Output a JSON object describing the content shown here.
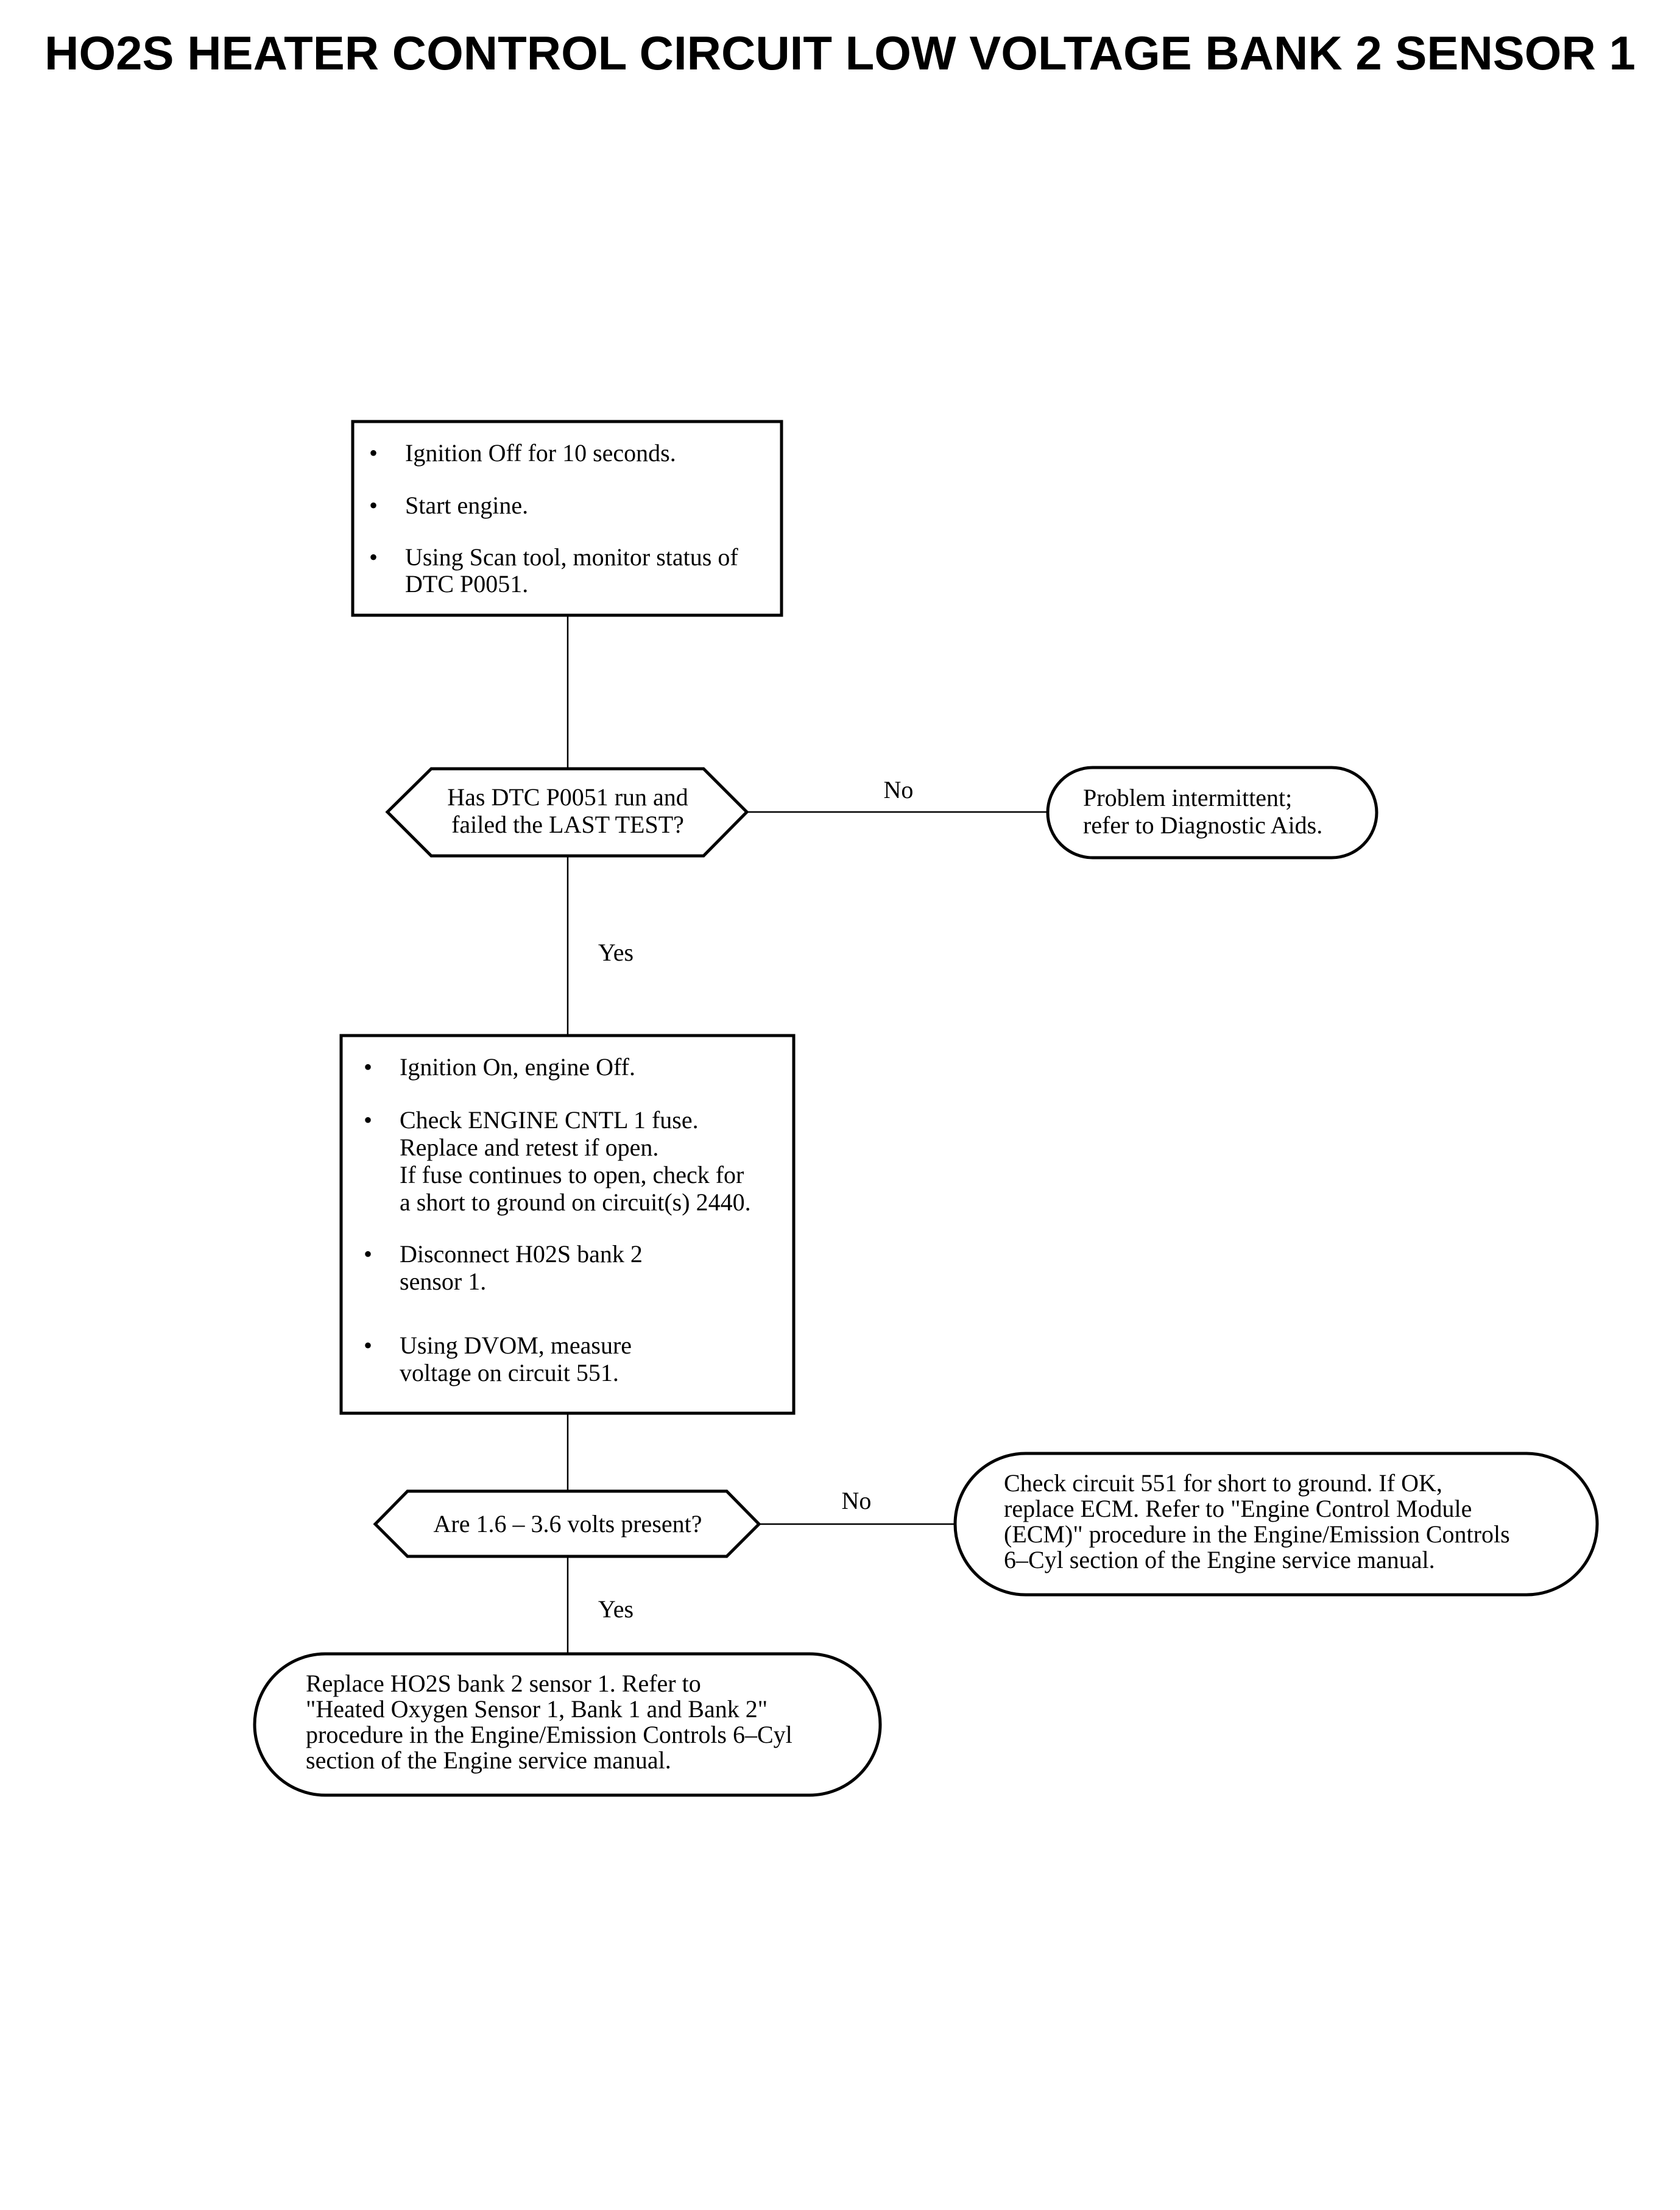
{
  "title": "HO2S HEATER CONTROL CIRCUIT LOW VOLTAGE BANK 2 SENSOR 1",
  "bullet_glyph": "•",
  "box1": {
    "bullets": [
      [
        "Ignition Off for 10 seconds."
      ],
      [
        "Start engine."
      ],
      [
        "Using Scan tool, monitor status of",
        "DTC P0051."
      ]
    ]
  },
  "decision1": {
    "lines": [
      "Has DTC P0051 run and",
      "failed the LAST TEST?"
    ],
    "no_label": "No",
    "yes_label": "Yes"
  },
  "outcome1": {
    "lines": [
      "Problem intermittent;",
      "refer to Diagnostic Aids."
    ]
  },
  "box2": {
    "bullets": [
      [
        "Ignition On, engine Off."
      ],
      [
        "Check ENGINE CNTL 1 fuse.",
        "Replace and retest if open.",
        "If fuse continues to open, check for",
        "a short to ground on circuit(s) 2440."
      ],
      [
        "Disconnect H02S bank 2",
        "sensor 1."
      ],
      [
        "Using DVOM, measure",
        "voltage on circuit 551."
      ]
    ]
  },
  "decision2": {
    "lines": [
      "Are 1.6 – 3.6 volts present?"
    ],
    "no_label": "No",
    "yes_label": "Yes"
  },
  "outcome2": {
    "lines": [
      "Check circuit 551 for short to ground. If OK,",
      "replace ECM. Refer to \"Engine Control Module",
      "(ECM)\" procedure in the Engine/Emission Controls",
      "6–Cyl section of the Engine service manual."
    ]
  },
  "outcome3": {
    "lines": [
      "Replace HO2S bank 2 sensor 1. Refer to",
      "\"Heated Oxygen Sensor 1, Bank 1 and Bank 2\"",
      "procedure in the Engine/Emission Controls 6–Cyl",
      "section of the Engine service manual."
    ]
  }
}
